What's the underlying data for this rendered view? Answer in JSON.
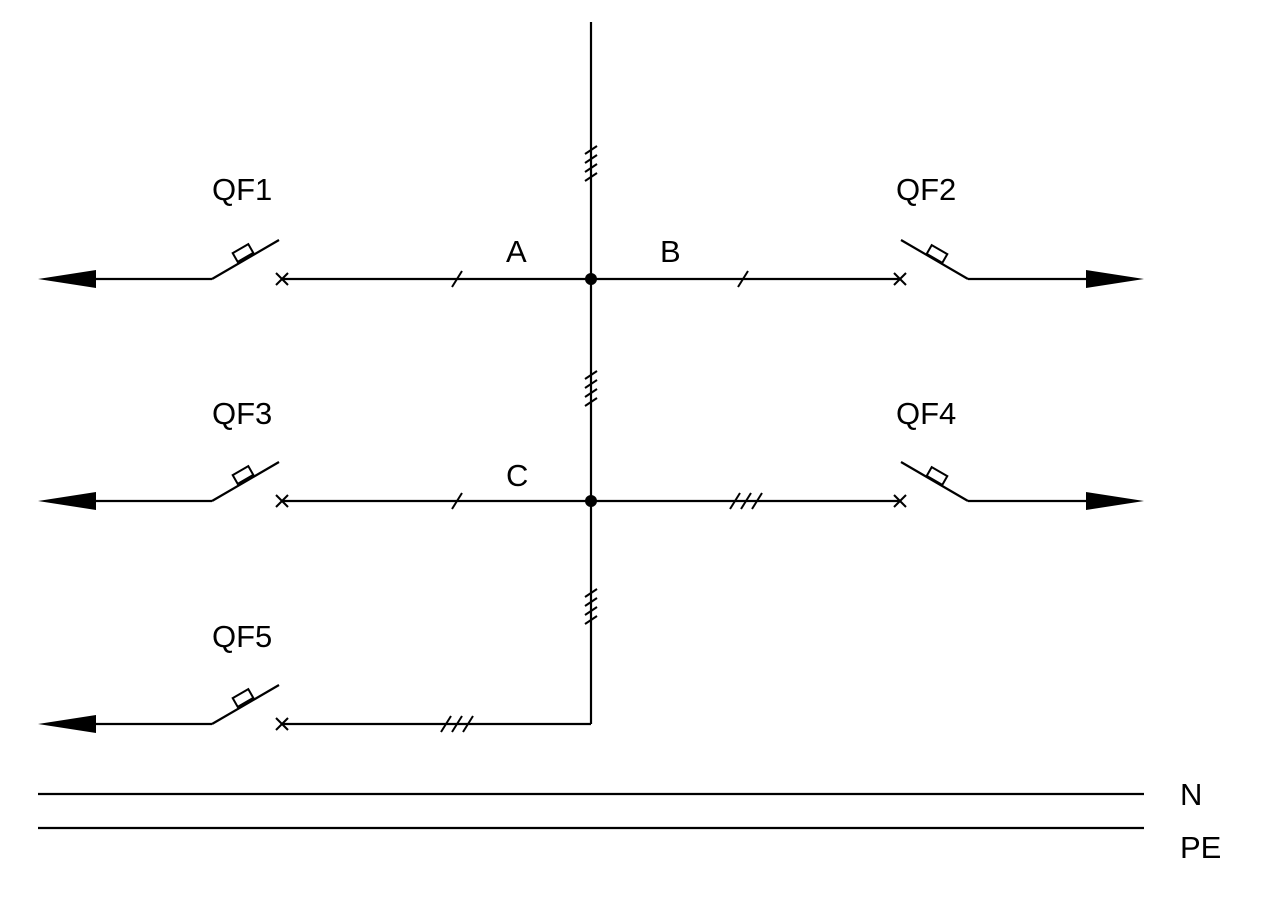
{
  "breakers": [
    {
      "id": "QF1",
      "label": "QF1"
    },
    {
      "id": "QF2",
      "label": "QF2"
    },
    {
      "id": "QF3",
      "label": "QF3"
    },
    {
      "id": "QF4",
      "label": "QF4"
    },
    {
      "id": "QF5",
      "label": "QF5"
    }
  ],
  "phase_labels": {
    "a": "A",
    "b": "B",
    "c": "C"
  },
  "bus_labels": {
    "neutral": "N",
    "protective_earth": "PE"
  }
}
